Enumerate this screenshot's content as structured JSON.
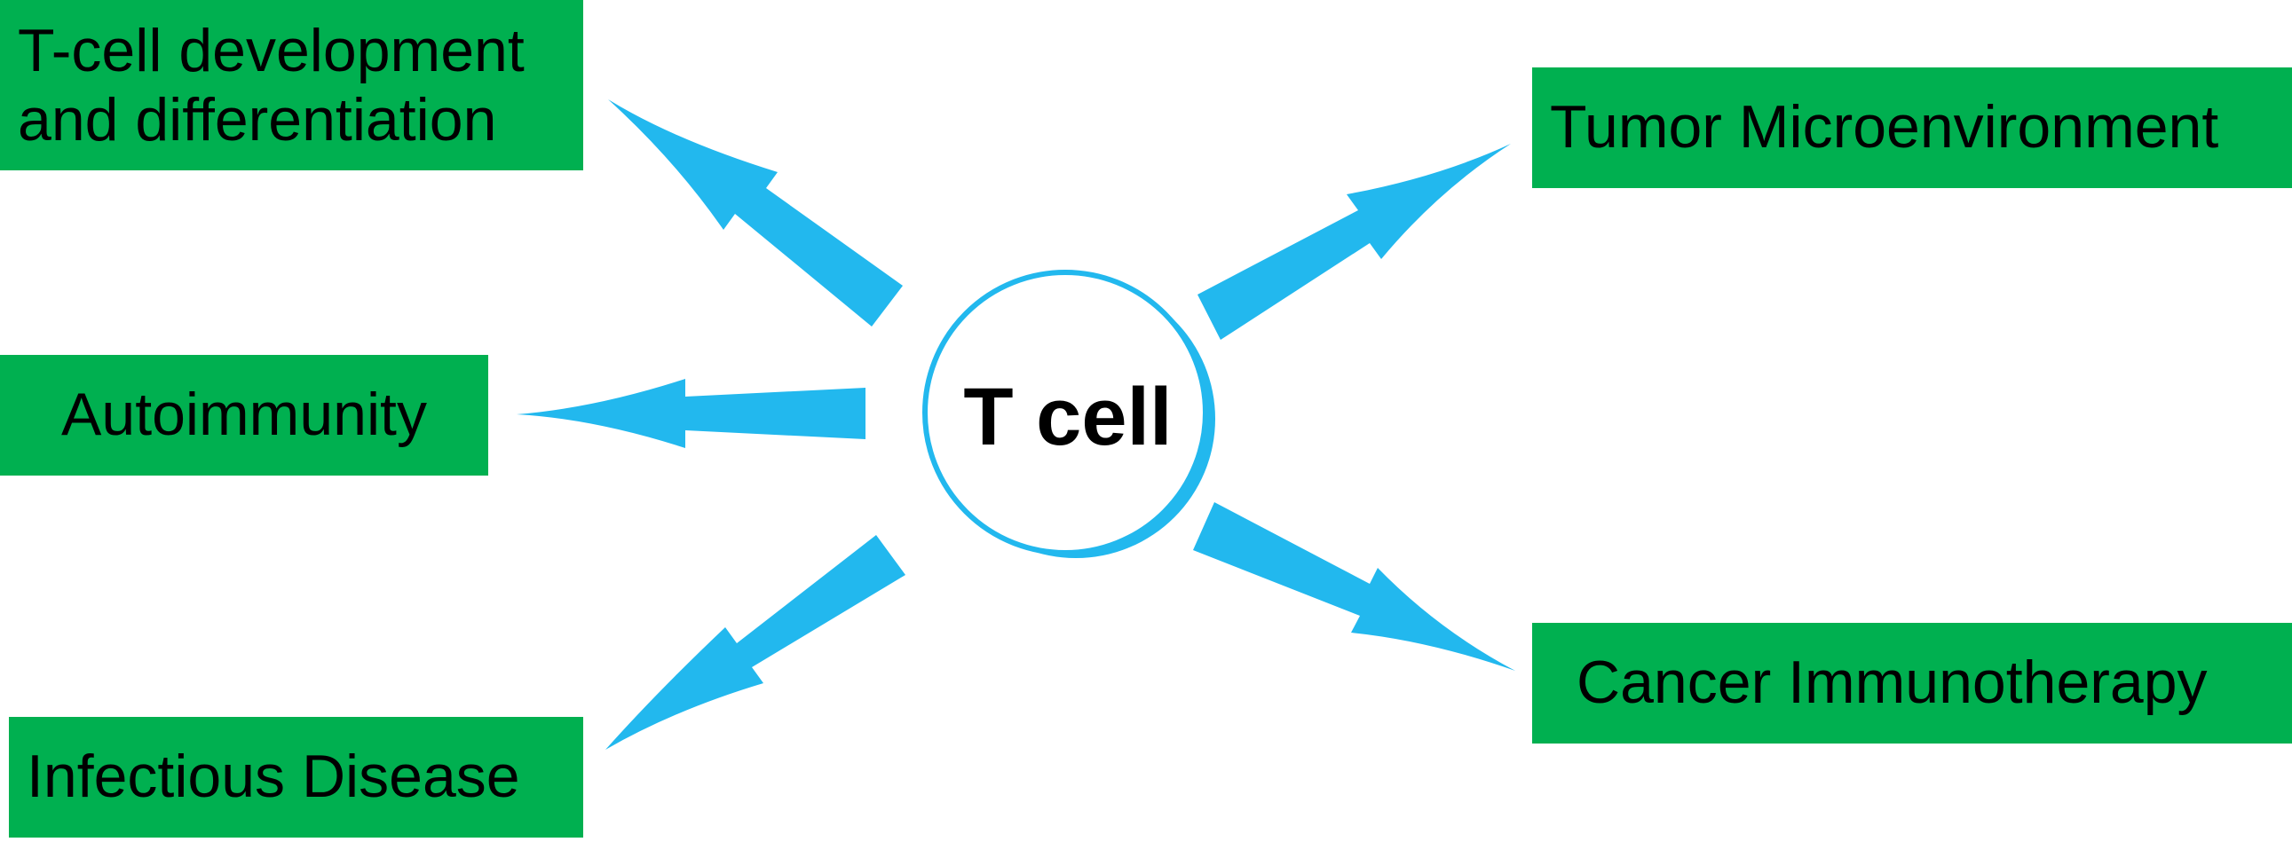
{
  "center": {
    "label": "T cell"
  },
  "branches": {
    "tcell_development": {
      "line1": "T-cell development",
      "line2": "and differentiation"
    },
    "autoimmunity": {
      "label": "Autoimmunity"
    },
    "infectious_disease": {
      "label": "Infectious Disease"
    },
    "tumor_microenvironment": {
      "label": "Tumor Microenvironment"
    },
    "cancer_immunotherapy": {
      "label": "Cancer Immunotherapy"
    }
  },
  "colors": {
    "box_fill": "#00b050",
    "arrow_fill": "#22b8ee",
    "circle_stroke": "#22b8ee",
    "text": "#000000"
  }
}
